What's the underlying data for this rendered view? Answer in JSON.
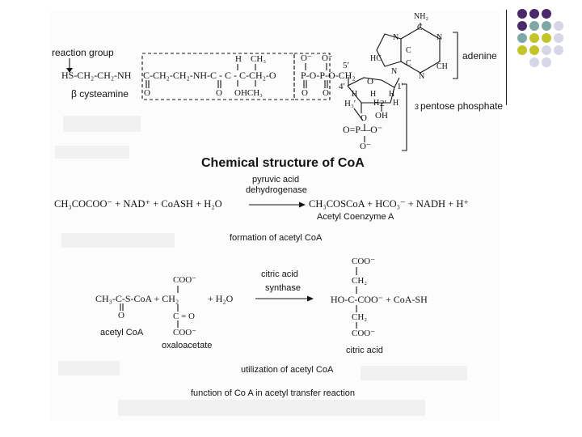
{
  "theme": {
    "dot_colors": [
      "#4b2a6b",
      "#7fa7a7",
      "#c2c42a",
      "#d6d6e6"
    ],
    "dot_grid": [
      [
        0,
        0,
        0,
        -1
      ],
      [
        0,
        1,
        1,
        3
      ],
      [
        1,
        2,
        2,
        3
      ],
      [
        2,
        2,
        3,
        3
      ],
      [
        -1,
        3,
        3,
        -1
      ]
    ]
  },
  "structure": {
    "reaction_group_label": "reaction group",
    "reaction_group_formula": "HS-CH₂-CH₂-NH",
    "beta_cysteamine_label": "β cysteamine",
    "panto_chain": "C-CH₂-CH₂-NH-C - C - C-CH₂-O",
    "panto_top_h": "H",
    "panto_top_ch3": "CH₃",
    "panto_bottom_o1": "O",
    "panto_bottom_o2": "O",
    "panto_bottom_ohch3": "OHCH₃",
    "phosphate_chain": "P-O-P-O-CH₂",
    "phosphate_o_minus_1": "O⁻",
    "phosphate_o_minus_2": "O⁻",
    "phosphate_o_1": "O",
    "phosphate_o_2": "O",
    "five_prime": "5′",
    "four_prime": "4′",
    "one_prime": "1′",
    "h3_prime": "H₃′",
    "h2_prime": "2′",
    "ring_o": "O",
    "ring_h_left": "H",
    "ring_h_mid": "H",
    "ring_h_right": "H",
    "ring_oh": "OH",
    "ring_h_mid2": "H",
    "ring_h_far": "H",
    "phosphate3_o": "O",
    "phosphate3_main": "O=P—O⁻",
    "phosphate3_o_minus": "O⁻",
    "adenine_nh2": "NH₂",
    "adenine_c_top": "C",
    "adenine_n_left": "N",
    "adenine_n_right": "N",
    "adenine_hc": "HC",
    "adenine_c_mid1": "C",
    "adenine_c_mid2": "C",
    "adenine_n_bot": "N",
    "adenine_ch": "CH",
    "adenine_n_bot2": "N",
    "adenine_label": "adenine",
    "pentose_prefix": "3",
    "pentose_label": "pentose phosphate",
    "title": "Chemical structure of CoA"
  },
  "reaction1": {
    "enzyme_line1": "pyruvic acid",
    "enzyme_line2": "dehydrogenase",
    "lhs": "CH₃COCOO⁻ + NAD⁺ + CoASH + H₂O",
    "rhs": "CH₃COSCoA + HCO₃⁻ + NADH + H⁺",
    "product_label": "Acetyl Coenzyme A",
    "caption": "formation of acetyl CoA"
  },
  "reaction2": {
    "enzyme_line1": "citric acid",
    "enzyme_line2": "synthase",
    "acetyl_formula": "CH₃-C-S-CoA + CH₂",
    "acetyl_o": "O",
    "acetyl_label": "acetyl CoA",
    "oxalo_coo_top": "COO⁻",
    "oxalo_c_eq_o": "C = O",
    "oxalo_coo_bottom": "COO⁻",
    "oxalo_label": "oxaloacetate",
    "plus_water": "+ H₂O",
    "citrate_coo_top": "COO⁻",
    "citrate_ch2_top": "CH₂",
    "citrate_middle": "HO-C-COO⁻ + CoA-SH",
    "citrate_ch2_bottom": "CH₂",
    "citrate_coo_bottom": "COO⁻",
    "citrate_label": "citric acid",
    "caption": "utilization of acetyl CoA"
  },
  "footer": {
    "caption": "function  of Co A in  acetyl transfer reaction"
  }
}
